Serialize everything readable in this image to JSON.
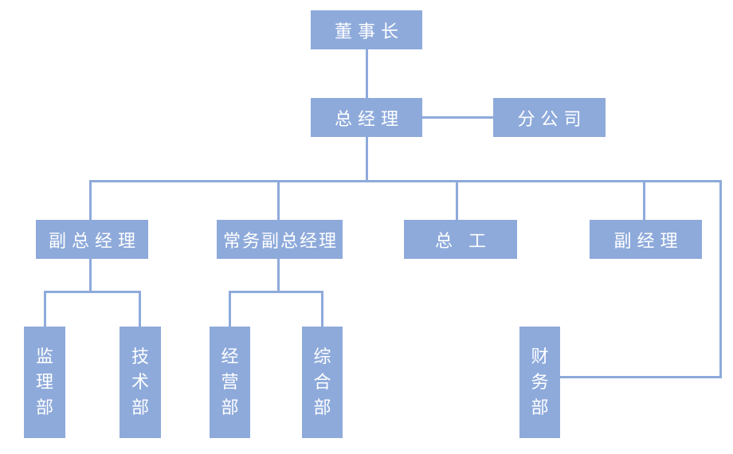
{
  "diagram": {
    "type": "org-chart",
    "nodes": {
      "chairman": "董事长",
      "general_manager": "总经理",
      "branch_company": "分公司",
      "deputy_gm": "副总经理",
      "executive_deputy_gm": "常务副总经理",
      "chief_engineer": "总 工",
      "deputy_manager": "副经理",
      "supervision_dept": "监理部",
      "technology_dept": "技术部",
      "operations_dept": "经营部",
      "general_affairs_dept": "综合部",
      "finance_dept": "财务部"
    },
    "edges": [
      {
        "from": "董事长",
        "to": "总经理"
      },
      {
        "from": "总经理",
        "to": "分公司"
      },
      {
        "from": "总经理",
        "to": "副总经理"
      },
      {
        "from": "总经理",
        "to": "常务副总经理"
      },
      {
        "from": "总经理",
        "to": "总 工"
      },
      {
        "from": "总经理",
        "to": "副经理"
      },
      {
        "from": "总经理",
        "to": "财务部"
      },
      {
        "from": "副总经理",
        "to": "监理部"
      },
      {
        "from": "副总经理",
        "to": "技术部"
      },
      {
        "from": "常务副总经理",
        "to": "经营部"
      },
      {
        "from": "常务副总经理",
        "to": "综合部"
      }
    ]
  },
  "colors": {
    "node_fill": "#8EAADB",
    "connector": "#8EAADB",
    "node_text": "#FFFFFF",
    "background": "#FFFFFF"
  }
}
